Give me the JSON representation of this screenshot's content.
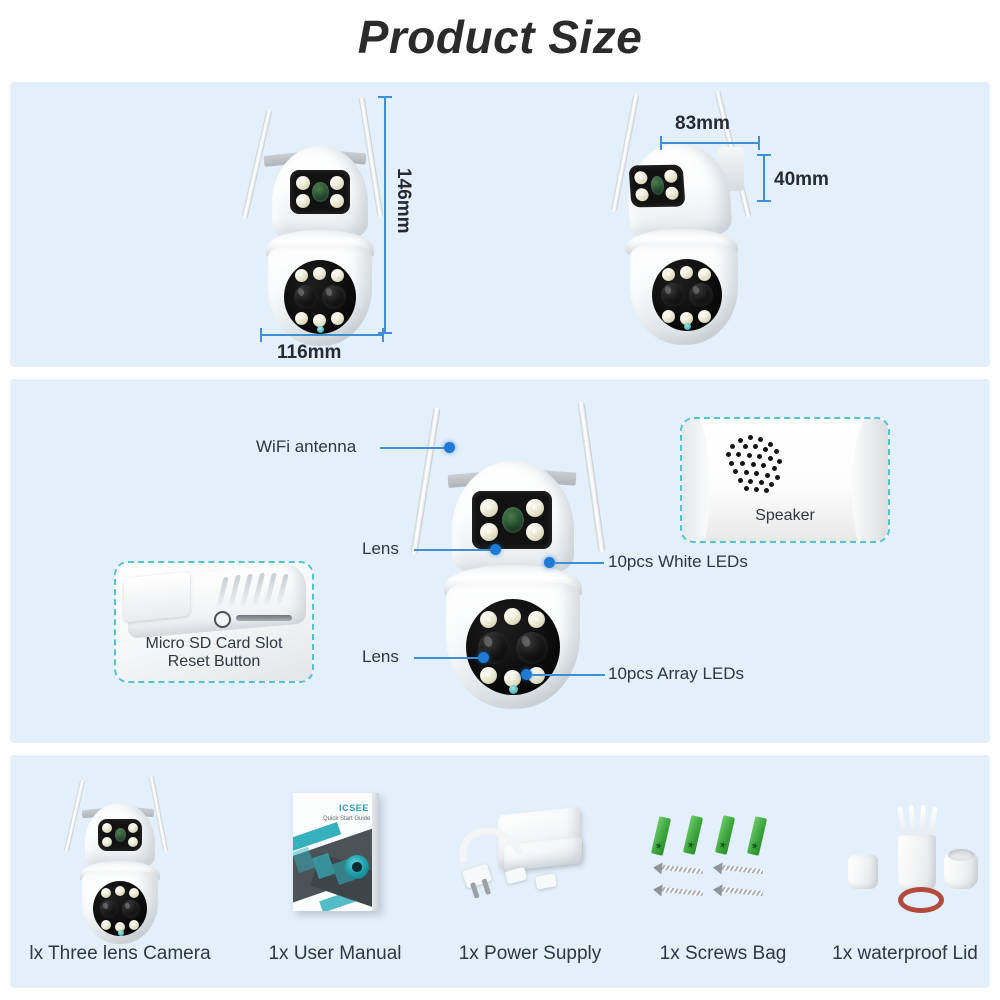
{
  "page": {
    "title": "Product Size"
  },
  "dimensions_panel": {
    "front_view": {
      "height_label": "146mm",
      "width_label": "116mm"
    },
    "angled_view": {
      "width_label": "83mm",
      "depth_label": "40mm"
    }
  },
  "features_panel": {
    "callouts": [
      {
        "label": "WiFi antenna"
      },
      {
        "label": "Lens"
      },
      {
        "label": "Lens"
      },
      {
        "label": "10pcs White LEDs"
      },
      {
        "label": "10pcs Array LEDs"
      }
    ],
    "insets": [
      {
        "name": "speaker",
        "caption_line1": "Speaker",
        "caption_line2": ""
      },
      {
        "name": "sd-card-slot",
        "caption_line1": "Micro SD Card Slot",
        "caption_line2": "Reset Button"
      }
    ]
  },
  "package_panel": {
    "items": [
      {
        "label": "lx Three lens Camera"
      },
      {
        "label": "1x User Manual"
      },
      {
        "label": "1x Power Supply"
      },
      {
        "label": "1x Screws Bag"
      },
      {
        "label": "1x waterproof Lid"
      }
    ],
    "manual": {
      "brand": "ICSEE",
      "subtitle": "Quick Start Guide"
    }
  },
  "colors": {
    "panel_background": "#e3effb",
    "page_background": "#ffffff",
    "annotation_blue": "#3f8fd4",
    "callout_dot": "#1f7ad4",
    "inset_border": "#4fc3d1",
    "title_text": "#2b2b2b",
    "body_text": "#2f3740",
    "manual_teal": "#35b0bd",
    "anchor_green": "#3da83d",
    "ring_red": "#b34a3c"
  }
}
